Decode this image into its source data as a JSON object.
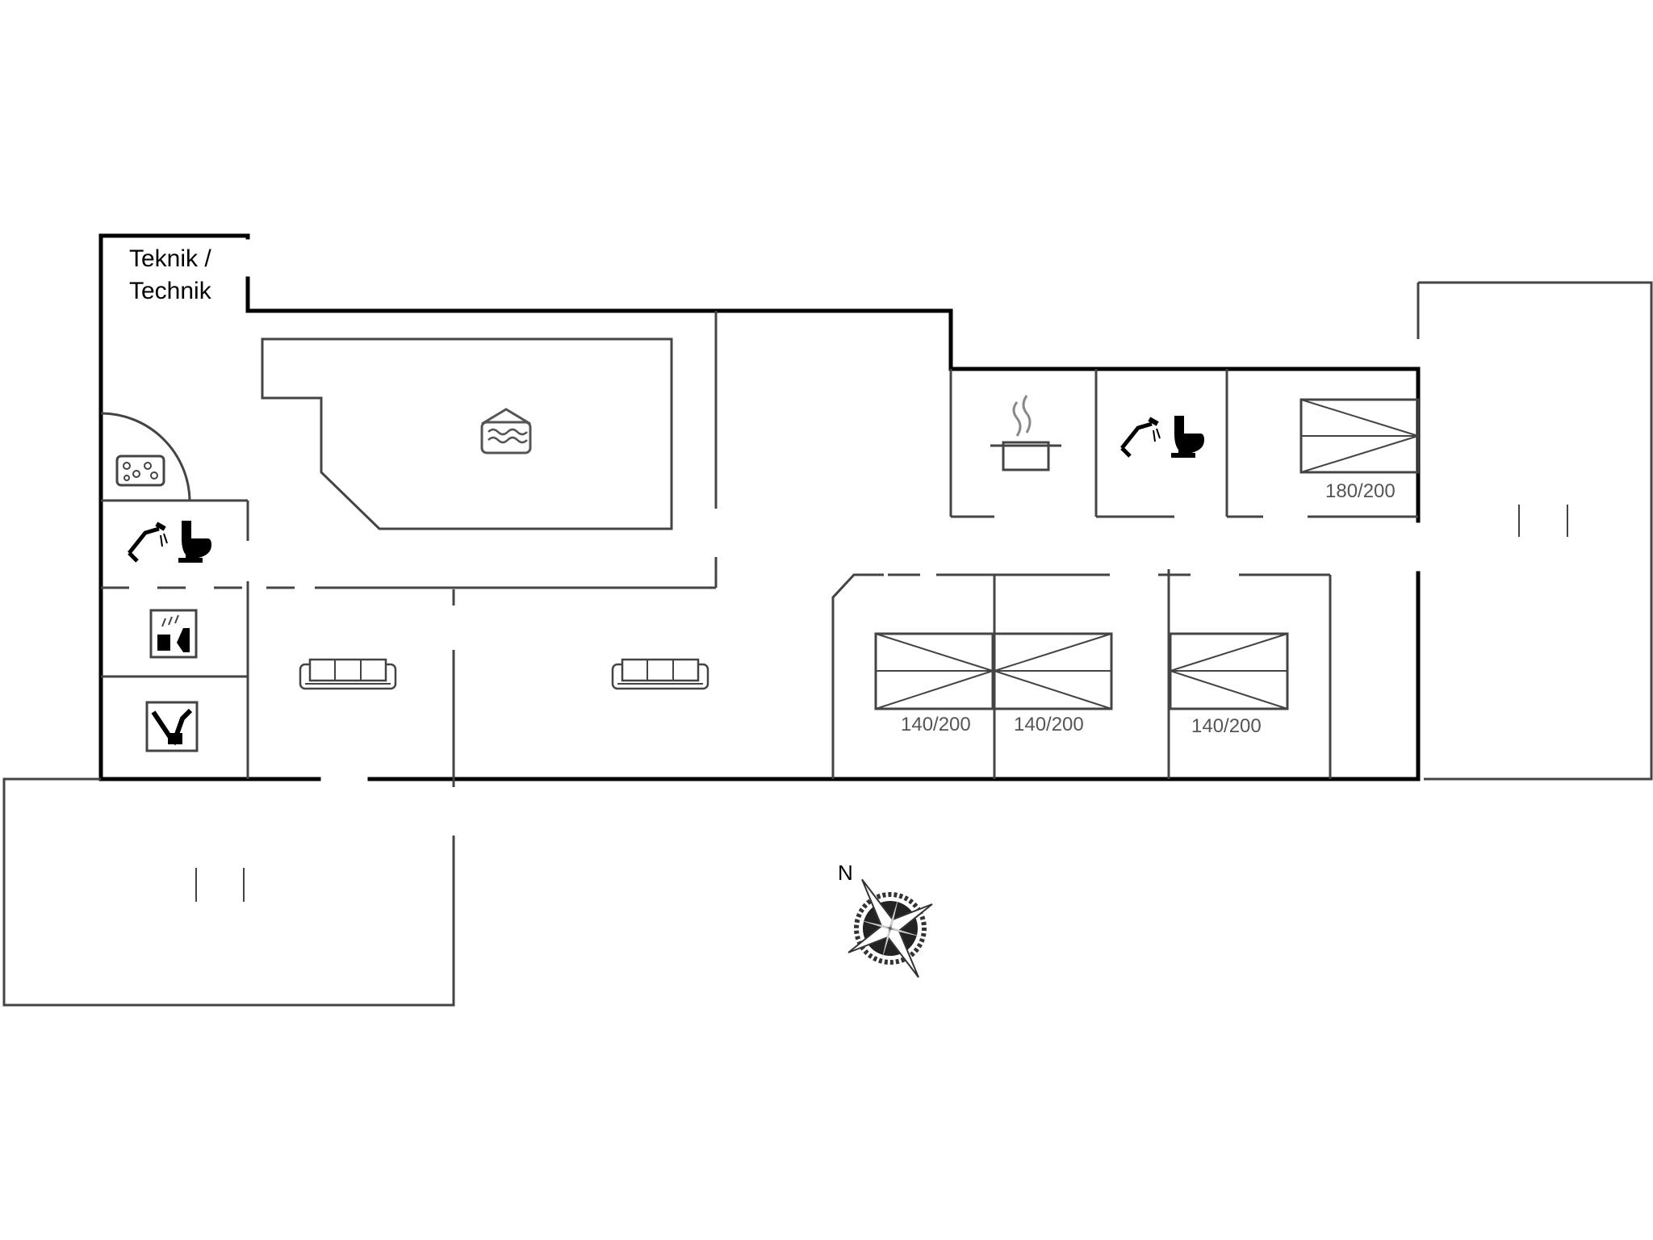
{
  "labels": {
    "tech_room_line1": "Teknik /",
    "tech_room_line2": "Technik",
    "compass_north": "N"
  },
  "beds": [
    {
      "size": "180/200"
    },
    {
      "size": "140/200"
    },
    {
      "size": "140/200"
    },
    {
      "size": "140/200"
    }
  ],
  "icons": {
    "pool": "pool-icon",
    "whirlpool": "whirlpool-icon",
    "sauna": "sauna-icon",
    "kitchen": "kitchen-pot-icon",
    "shower_toilet": "shower-toilet-icon",
    "washing_machine": "washing-machine-icon",
    "dryer": "dryer-icon",
    "sofa": "sofa-icon",
    "compass": "compass-rose-icon"
  }
}
